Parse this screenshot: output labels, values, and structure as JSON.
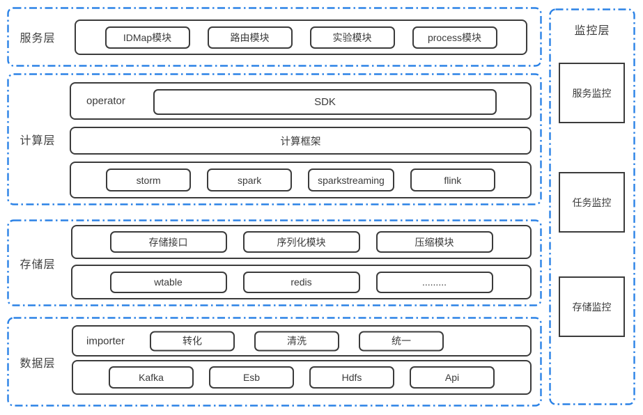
{
  "colors": {
    "accent_blue": "#2b82e6",
    "box_border": "#3b3b3b",
    "text": "#3a3a3a"
  },
  "layers": [
    {
      "label": "服务层",
      "rows": [
        {
          "items": [
            "IDMap模块",
            "路由模块",
            "实验模块",
            "process模块"
          ]
        }
      ]
    },
    {
      "label": "计算层",
      "rows": [
        {
          "prefix": "operator",
          "items": [
            "SDK"
          ]
        },
        {
          "title": "计算框架"
        },
        {
          "items": [
            "storm",
            "spark",
            "sparkstreaming",
            "flink"
          ]
        }
      ]
    },
    {
      "label": "存储层",
      "rows": [
        {
          "items": [
            "存储接口",
            "序列化模块",
            "压缩模块"
          ]
        },
        {
          "items": [
            "wtable",
            "redis",
            "........."
          ]
        }
      ]
    },
    {
      "label": "数据层",
      "rows": [
        {
          "prefix": "importer",
          "items": [
            "转化",
            "清洗",
            "统一"
          ]
        },
        {
          "items": [
            "Kafka",
            "Esb",
            "Hdfs",
            "Api"
          ]
        }
      ]
    }
  ],
  "monitor": {
    "title": "监控层",
    "items": [
      "服务监控",
      "任务监控",
      "存储监控"
    ]
  }
}
